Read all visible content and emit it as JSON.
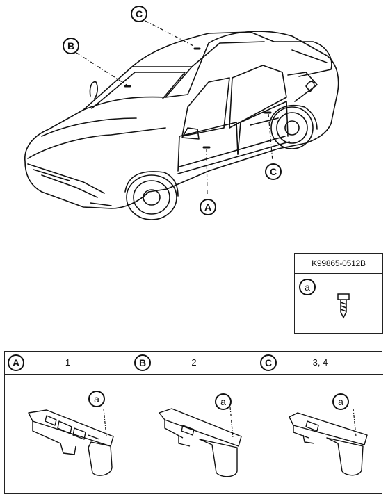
{
  "callouts": {
    "a": "A",
    "b": "B",
    "c_top": "C",
    "c_side": "C"
  },
  "fastener_box": {
    "part_code": "K99865-0512B",
    "label": "a"
  },
  "table": {
    "columns": [
      {
        "letter": "A",
        "numbers": "1",
        "fastener": "a"
      },
      {
        "letter": "B",
        "numbers": "2",
        "fastener": "a"
      },
      {
        "letter": "C",
        "numbers": "3, 4",
        "fastener": "a"
      }
    ]
  }
}
